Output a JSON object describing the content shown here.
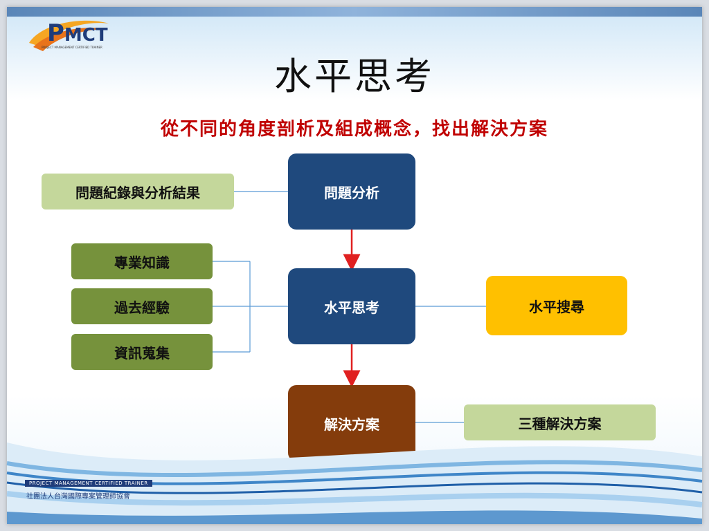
{
  "logo": {
    "brand_big": "P",
    "brand_rest": "MCT",
    "tagline": "PROJECT MANAGEMENT CERTIFIED TRAINER"
  },
  "title": "水平思考",
  "subtitle": "從不同的角度剖析及組成概念，找出解決方案",
  "nodes": {
    "problem_analysis": "問題分析",
    "lateral_thinking": "水平思考",
    "solution": "解決方案",
    "problem_record": "問題紀錄與分析結果",
    "expertise": "專業知識",
    "experience": "過去經驗",
    "info_gathering": "資訊蒐集",
    "lateral_search": "水平搜尋",
    "three_solutions": "三種解決方案"
  },
  "footer": {
    "tag": "PROJECT MANAGEMENT CERTIFIED TRAINER",
    "org": "社團法人台灣國際專案管理師協會"
  },
  "colors": {
    "core": "#1f497d",
    "solution": "#843c0c",
    "light_green": "#c4d79b",
    "olive": "#76923c",
    "gold": "#ffc000",
    "arrow": "#e02020",
    "subtitle": "#c00000"
  }
}
